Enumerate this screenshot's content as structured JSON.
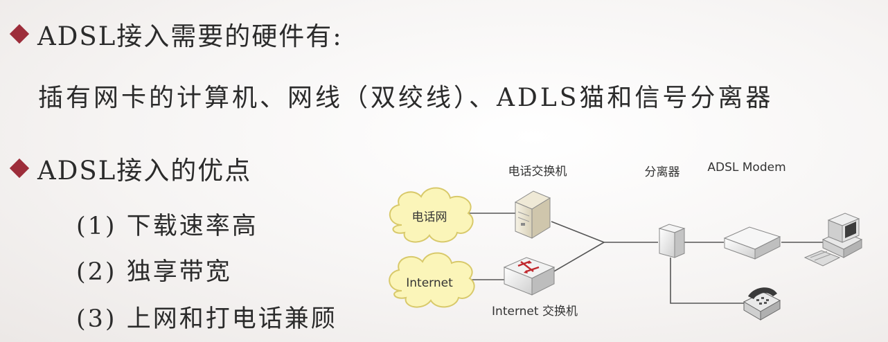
{
  "slide": {
    "heading1": "ADSL接入需要的硬件有:",
    "hardware_line": "插有网卡的计算机、网线（双绞线）、ADLS猫和信号分离器",
    "heading2": "ADSL接入的优点",
    "advantages": [
      "(1) 下载速率高",
      "(2) 独享带宽",
      "(3) 上网和打电话兼顾"
    ]
  },
  "diagram": {
    "cloud_phone_net": "电话网",
    "cloud_internet": "Internet",
    "phone_switch_label": "电话交换机",
    "internet_switch_label": "Internet 交换机",
    "splitter_label": "分离器",
    "modem_label": "ADSL Modem"
  },
  "colors": {
    "bullet": "#9d2d3a",
    "cloud_fill": "#fbf5b9",
    "cloud_stroke": "#d8c96a"
  }
}
